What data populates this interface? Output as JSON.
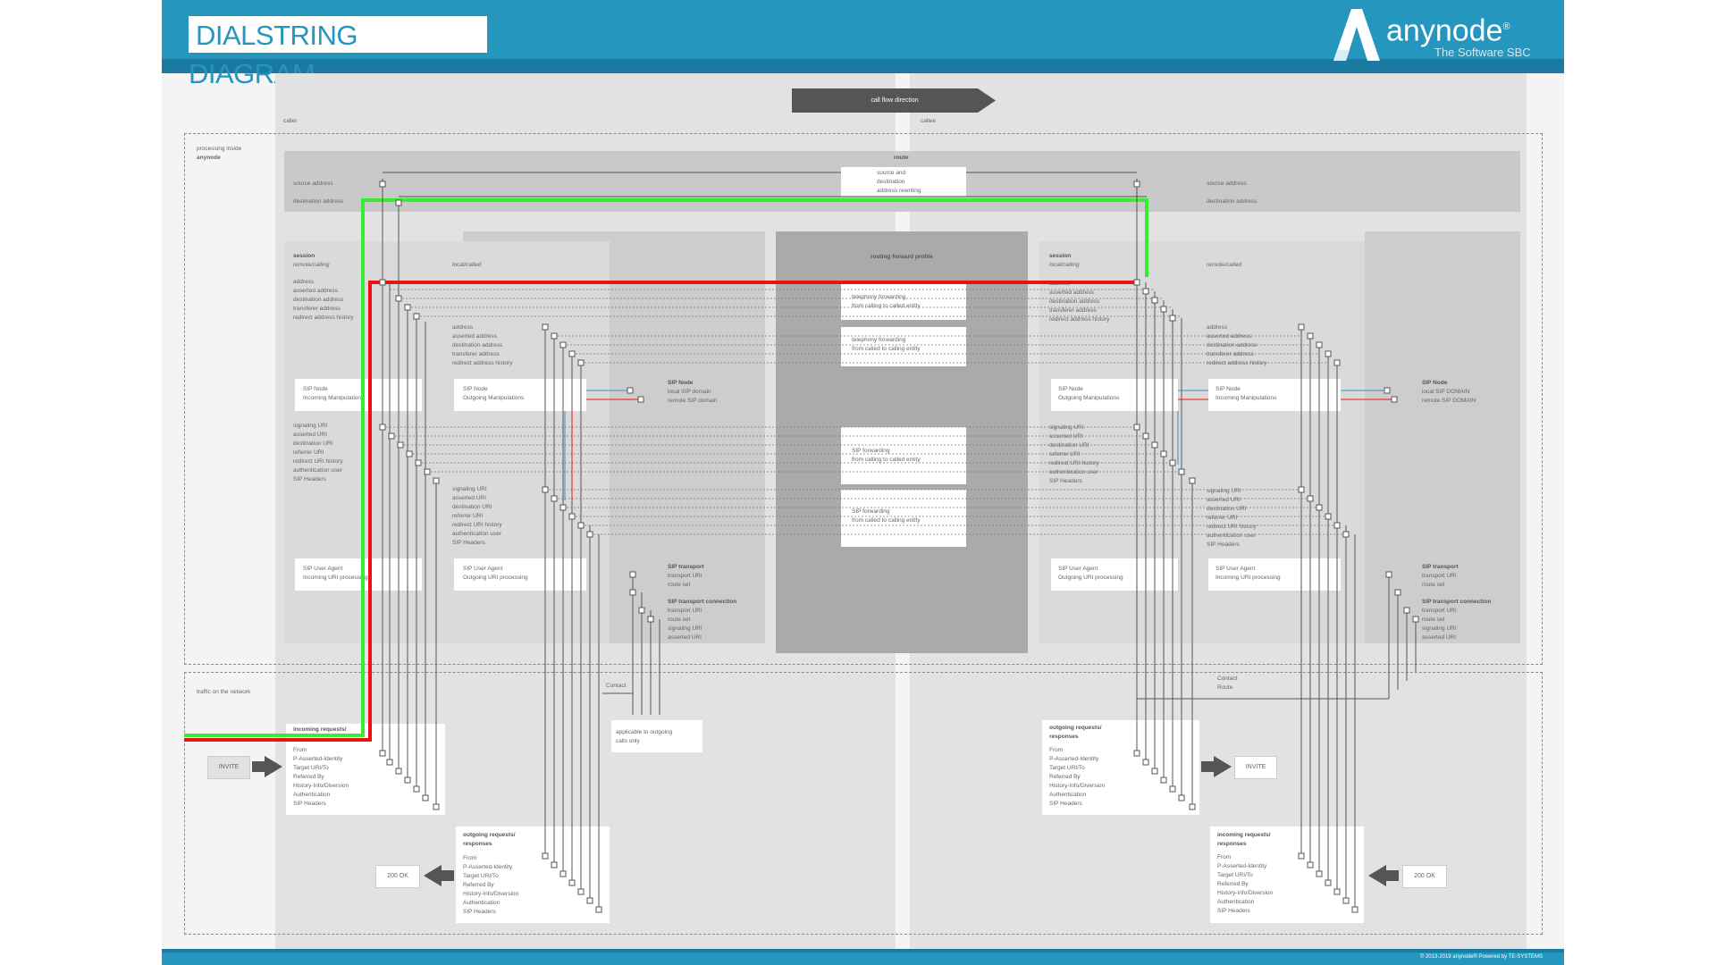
{
  "header": {
    "title": "DIALSTRING DIAGRAM",
    "brand": "anynode",
    "brand_mark": "®",
    "tagline": "The Software SBC"
  },
  "flow": {
    "label": "call flow direction"
  },
  "sides": {
    "caller": "caller",
    "callee": "callee"
  },
  "sections": {
    "processing": "processing inside",
    "processing_product": "anynode",
    "network": "traffic on the network"
  },
  "route": {
    "title": "route",
    "left_source": "source address",
    "left_dest": "destination address",
    "right_source": "source address",
    "right_dest": "destination address",
    "rewriting": "source and\ndestination\naddress rewriting"
  },
  "routing_profile": {
    "title": "routing forward profile",
    "tel_fwd_1": "telephony forwarding\nfrom calling to called entity",
    "tel_fwd_2": "telephony forwarding\nfrom called to calling entity",
    "sip_fwd_1": "SIP forwarding\nfrom calling to called entity",
    "sip_fwd_2": "SIP forwarding\nfrom called to calling entity"
  },
  "left": {
    "session_title": "session",
    "session_sub": "remote/calling",
    "local_sub": "local/called",
    "addr_list": "address\nasserted address\ndestination address\ntransferer address\nredirect address history",
    "addr_list_2": "address\nasserted address\ndestination address\ntransferer address\nredirect address history",
    "sip_node_in": "SIP Node\nIncoming Manipulations",
    "sip_node_out": "SIP Node\nOutgoing Manipulations",
    "sip_node_info_title": "SIP Node",
    "sip_node_info": "local SIP domain\nremote SIP domain",
    "uri_list": "signaling URI\nasserted URI\ndestination URI\nreferrer URI\nredirect URI history\nauthentication user\nSIP Headers",
    "uri_list_2": "signaling URI\nasserted URI\ndestination URI\nreferrer URI\nredirect URI history\nauthentication user\nSIP Headers",
    "ua_in": "SIP User Agent\nIncoming URI processing",
    "ua_out": "SIP User Agent\nOutgoing URI processing",
    "transport_title": "SIP transport",
    "transport": "transport URI\nroute set",
    "conn_title": "SIP transport connection",
    "conn": "transport URI\nroute set\nsignaling URI\nasserted URI",
    "contact": "Contact",
    "applicable": "applicable to outgoing\ncalls only",
    "in_req_title": "incoming requests/",
    "in_req_list": "From\nP-Asserted-Identity\nTarget URI/To\nReferred By\nHistory-Info/Diversion\nAuthentication\nSIP Headers",
    "out_req_title": "outgoing requests/\nresponses",
    "out_req_list": "From\nP-Asserted-Identity\nTarget URI/To\nReferred By\nHistory-Info/Diversion\nAuthentication\nSIP Headers",
    "invite": "INVITE",
    "ok": "200 OK"
  },
  "right": {
    "session_title": "session",
    "session_sub": "local/calling",
    "remote_sub": "remote/called",
    "addr_list": "address\nasserted address\ndestination address\ntransferer address\nredirect address history",
    "addr_list_2": "address\nasserted address\ndestination address\ntransferer address\nredirect address history",
    "sip_node_out": "SIP Node\nOutgoing Manipulations",
    "sip_node_in": "SIP Node\nIncoming Manipulations",
    "sip_node_info_title": "SIP Node",
    "sip_node_info": "local SIP DOMAIN\nremote SIP DOMAIN",
    "uri_list": "signaling URI\nasserted URI\ndestination URI\nreferrer URI\nredirect URI history\nauthentication user\nSIP Headers",
    "uri_list_2": "signaling URI\nasserted URI\ndestination URI\nreferrer URI\nredirect URI history\nauthentication user\nSIP Headers",
    "ua_out": "SIP User Agent\nOutgoing URI processing",
    "ua_in": "SIP User Agent\nIncoming URI processing",
    "transport_title": "SIP transport",
    "transport": "transport URI\nroute set",
    "conn_title": "SIP transport connection",
    "conn": "transport URI\nroute set\nsignaling URI\nasserted URI",
    "contact": "Contact",
    "route": "Route",
    "out_req_title": "outgoing requests/\nresponses",
    "out_req_list": "From\nP-Asserted-Identity\nTarget URI/To\nReferred By\nHistory-Info/Diversion\nAuthentication\nSIP Headers",
    "in_req_title": "incoming requests/\nresponses",
    "in_req_list": "From\nP-Asserted-Identity\nTarget URI/To\nReferred By\nHistory-Info/Diversion\nAuthentication\nSIP Headers",
    "invite": "INVITE",
    "ok": "200 OK"
  },
  "footer": {
    "copyright": "© 2013-2019 anynode® Powered by TE-SYSTEMS"
  },
  "colors": {
    "header": "#2596be",
    "green_path": "#33ee33",
    "red_path": "#ee1111",
    "blue_link": "#3a8fd0"
  }
}
